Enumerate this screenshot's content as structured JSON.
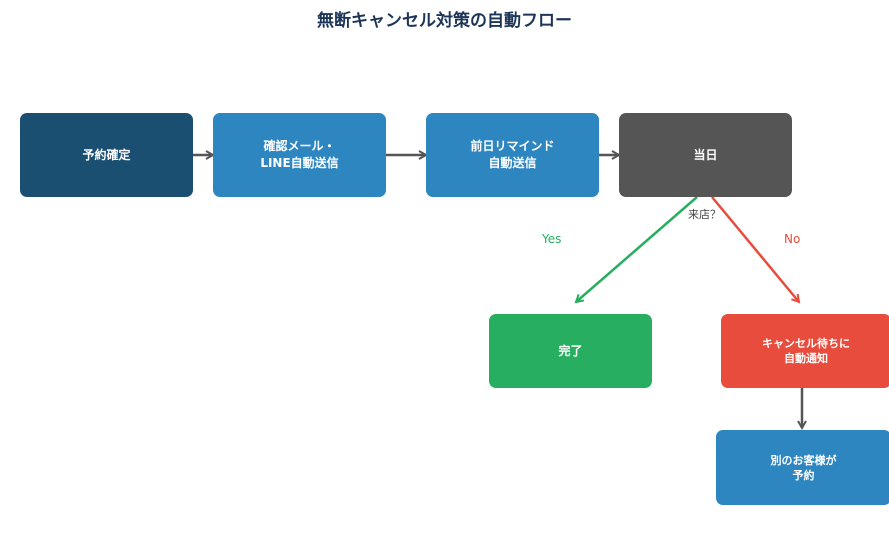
{
  "title": "無断キャンセル対策の自動フロー",
  "nodes": {
    "reserve": "予約確定",
    "mail": "確認メール・\nLINE自動送信",
    "remind": "前日リマインド\n自動送信",
    "day": "当日",
    "done": "完了",
    "cancel_notify": "キャンセル待ちに\n自動通知",
    "other_customer": "別のお客様が\n予約"
  },
  "decision": {
    "question": "来店？",
    "yes": "Yes",
    "no": "No"
  },
  "colors": {
    "reserve": "#1b4f72",
    "blue": "#2e86c1",
    "day": "#555555",
    "done": "#27ae60",
    "cancel": "#e74c3c",
    "arrow": "#555555",
    "title": "#1d3557"
  }
}
